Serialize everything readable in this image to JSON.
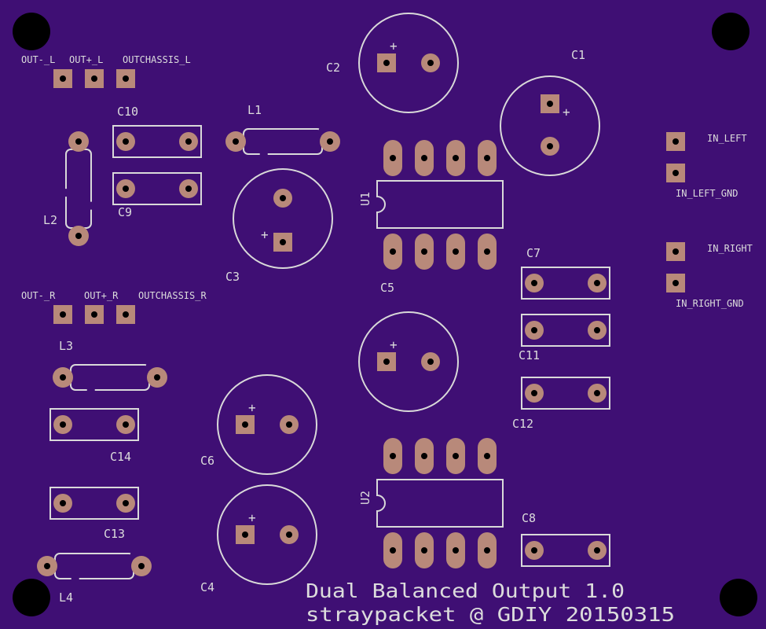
{
  "colors": {
    "board": "#3f0f74",
    "silk": "#d9d9d9",
    "copper": "#b8897a",
    "hole": "#000000"
  },
  "connectors": {
    "out_l": {
      "minus": "OUT-_L",
      "plus": "OUT+_L",
      "chassis": "OUTCHASSIS_L"
    },
    "out_r": {
      "minus": "OUT-_R",
      "plus": "OUT+_R",
      "chassis": "OUTCHASSIS_R"
    },
    "in_left": "IN_LEFT",
    "in_left_gnd": "IN_LEFT_GND",
    "in_right": "IN_RIGHT",
    "in_right_gnd": "IN_RIGHT_GND"
  },
  "capacitors": {
    "c1": "C1",
    "c2": "C2",
    "c3": "C3",
    "c4": "C4",
    "c5": "C5",
    "c6": "C6",
    "c7": "C7",
    "c8": "C8",
    "c9": "C9",
    "c10": "C10",
    "c11": "C11",
    "c12": "C12",
    "c13": "C13",
    "c14": "C14"
  },
  "inductors": {
    "l1": "L1",
    "l2": "L2",
    "l3": "L3",
    "l4": "L4"
  },
  "ics": {
    "u1": "U1",
    "u2": "U2"
  },
  "polarity_mark": "+",
  "board_title": {
    "line1": "Dual Balanced Output 1.0",
    "line2": "straypacket @ GDIY 20150315"
  }
}
